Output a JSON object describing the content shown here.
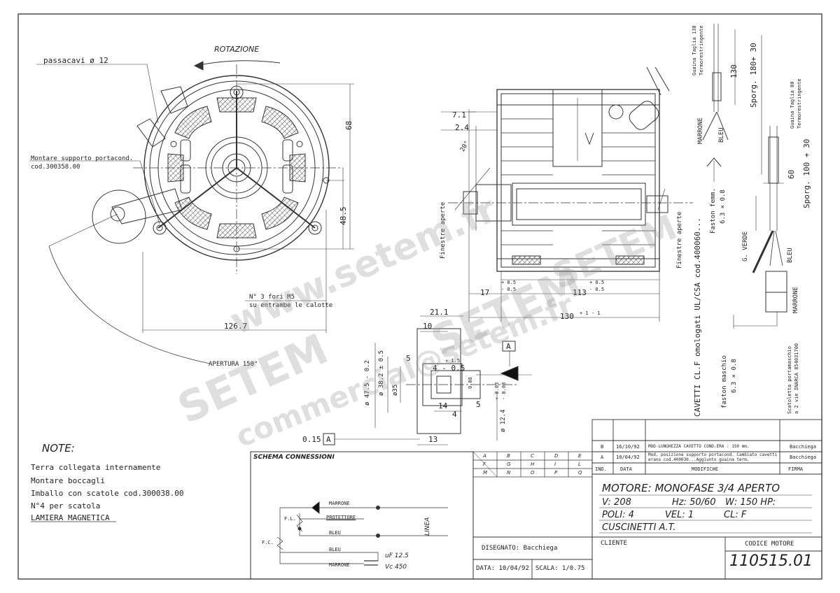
{
  "top": {
    "rotazione": "ROTAZIONE",
    "passacavi": "passacavi ø 12",
    "montare_supporto": "Montare supporto portacond.",
    "cod_supporto": "cod.300358.00",
    "fori": "N° 3 fori M5",
    "fori2": "su entrambe le calotte",
    "apertura": "APERTURA 150°",
    "dim_68": "68",
    "dim_48_5": "48.5",
    "dim_126_7": "126.7"
  },
  "side": {
    "dim_7_1": "7.1",
    "dim_2_4": "2.4",
    "dim_20": "20°",
    "finestre_1": "Finestre aperte",
    "finestre_2": "Finestre aperte",
    "dim_17": "17",
    "tol_a1": "+ 0.5",
    "tol_a2": "- 0.5",
    "dim_113": "113",
    "tol_b1": "+ 0.5",
    "tol_b2": "- 0.5",
    "dim_130": "130",
    "tol_c": "+ 1  - 1"
  },
  "shaft": {
    "dim_21_1": "21.1",
    "dim_10": "10",
    "dim_5": "5",
    "tol_15": "+ 1.5",
    "dim_4": "4 - 0.5",
    "d47": "ø 47.5 - 0.2",
    "d38": "ø 38.2 ± 0.5",
    "d35": "ø35",
    "tol_08": "0.08",
    "tol_003a": "+ 0.03",
    "tol_003b": "- 0.03",
    "d12": "ø 12.4",
    "dim_14": "14",
    "dim_4b": "4",
    "dim_5b": "5",
    "dim_13": "13",
    "datum": "A",
    "tolerance": "0.15",
    "tol_ref": "A"
  },
  "cable": {
    "guaina130": "Guaina Taglia 130",
    "termo1": "Termorestringente",
    "dim_130": "130",
    "sporg1": "Sporg. 180+ 30",
    "marrone1": "MARRONE",
    "bleu1": "BLEU",
    "guaina80": "Guaina Taglia 80",
    "termo2": "Termorestringente",
    "dim_60": "60",
    "sporg2": "Sporg. 100 + 30",
    "faston_femm": "Faston femm.",
    "faston_femm_dim": "6.3 × 0.8",
    "g_verde": "G. VERDE",
    "bleu2": "BLEU",
    "marrone2": "MARRONE",
    "cavetti": "CAVETTI CL.F omologati UL/CSA cod.400060...",
    "faston_maschio": "faston maschio",
    "faston_maschio_dim": "6.3 × 0.8",
    "scatoletta": "Scatoletta portamaschio",
    "scatoletta2": "a 2 vie INARCA 854031700"
  },
  "note": {
    "title": "NOTE:",
    "lines": [
      "Terra collegata internamente",
      "Montare boccagli",
      "Imballo con scatole cod.300038.00",
      "N°4 per scatola",
      "LAMIERA MAGNETICA"
    ]
  },
  "schema": {
    "title": "SCHEMA CONNESSIONI",
    "marrone_a": "MARRONE",
    "protettore": "PROTETTORE",
    "fl": "F.L.",
    "fc": "F.C.",
    "bleu_a": "BLEU",
    "bleu_b": "BLEU",
    "marrone_b": "MARRONE",
    "linea": "LINEA",
    "uf": "uF 12.5",
    "vc": "Vc 450"
  },
  "grid": {
    "rows": [
      [
        "A",
        "B",
        "C",
        "D",
        "E"
      ],
      [
        "F",
        "G",
        "H",
        "I",
        "L"
      ],
      [
        "M",
        "N",
        "O",
        "P",
        "Q"
      ]
    ]
  },
  "revisions": {
    "rows": [
      {
        "ind": "B",
        "data": "16/10/92",
        "mod": "MOD-LUNGHEZZA CAVETTO COND.ERA : 150 mm.",
        "firma": "Bacchiega"
      },
      {
        "ind": "A",
        "data": "10/04/92",
        "mod": "Mod. posizione supporto portacond. Cambiato cavetti erano cod.400030...Aggiunto guaina term.",
        "firma": "Bacchiega"
      }
    ],
    "header": {
      "ind": "IND.",
      "data": "DATA",
      "mod": "MODIFICHE",
      "firma": "FIRMA"
    }
  },
  "title_block": {
    "motore": "MOTORE: MONOFASE 3/4 APERTO",
    "v": "V: 208",
    "hz": "Hz: 50/60",
    "w": "W: 150 HP:",
    "poli": "POLI: 4",
    "vel": "VEL: 1",
    "cl": "CL: F",
    "cuscinetti": "CUSCINETTI A.T.",
    "disegnato": "DISEGNATO: Bacchiega",
    "data": "DATA: 10/04/92",
    "scala": "SCALA: 1/0.75",
    "cliente": "CLIENTE",
    "codice_label": "CODICE MOTORE",
    "codice": "110515.01"
  },
  "watermark": {
    "w1": "www.setem.fr",
    "w2": "SETEM",
    "w3": "SETEM",
    "w4": "commercial@setem.fr",
    "w5": "SETEM"
  }
}
